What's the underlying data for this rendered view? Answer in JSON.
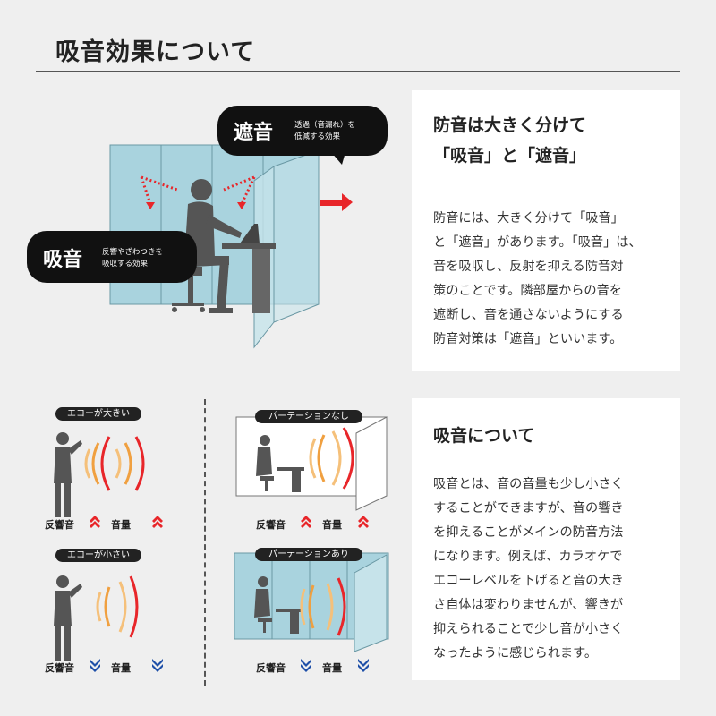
{
  "header": {
    "title": "吸音効果について"
  },
  "illustration": {
    "block_bubble": {
      "title": "遮音",
      "desc_line1": "透過（音漏れ）を",
      "desc_line2": "低減する効果"
    },
    "absorb_bubble": {
      "title": "吸音",
      "desc_line1": "反響やざわつきを",
      "desc_line2": "吸収する効果"
    }
  },
  "panel1": {
    "heading_line1": "防音は大きく分けて",
    "heading_line2": "「吸音」と「遮音」",
    "body_lines": [
      "防音には、大きく分けて「吸音」",
      "と「遮音」があります。「吸音」は、",
      "音を吸収し、反射を抑える防音対",
      "策のことです。隣部屋からの音を",
      "遮断し、音を通さないようにする",
      "防音対策は「遮音」といいます。"
    ]
  },
  "comparisons": {
    "echo_big": {
      "label": "エコーが大きい",
      "reverb": "反響音",
      "volume": "音量"
    },
    "echo_small": {
      "label": "エコーが小さい",
      "reverb": "反響音",
      "volume": "音量"
    },
    "no_partition": {
      "label": "パーテーションなし",
      "reverb": "反響音",
      "volume": "音量"
    },
    "with_partition": {
      "label": "パーテーションあり",
      "reverb": "反響音",
      "volume": "音量"
    }
  },
  "panel2": {
    "heading": "吸音について",
    "body_lines": [
      "吸音とは、音の音量も少し小さく",
      "することができますが、音の響き",
      "を抑えることがメインの防音方法",
      "になります。例えば、カラオケで",
      "エコーレベルを下げると音の大き",
      "さ自体は変わりませんが、響きが",
      "抑えられることで少し音が小さく",
      "なったように感じられます。"
    ]
  },
  "colors": {
    "up_arrow": "#e8262a",
    "down_arrow": "#1e4fa8",
    "panel_blue": "#a9d3de",
    "wave_orange": "#f08a1c"
  }
}
